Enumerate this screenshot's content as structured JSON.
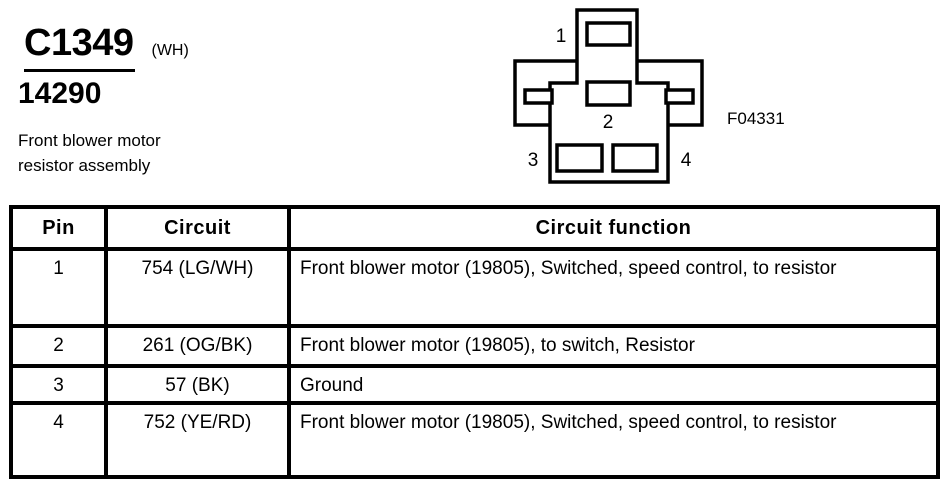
{
  "header": {
    "connector_id": "C1349",
    "connector_color": "(WH)",
    "part_number": "14290",
    "description": "Front blower motor resistor assembly"
  },
  "diagram": {
    "figure_id": "F04331",
    "pin_labels": [
      "1",
      "2",
      "3",
      "4"
    ]
  },
  "table": {
    "columns": [
      "Pin",
      "Circuit",
      "Circuit function"
    ],
    "rows": [
      {
        "pin": "1",
        "circuit": "754 (LG/WH)",
        "function": "Front blower motor (19805), Switched, speed control, to resistor"
      },
      {
        "pin": "2",
        "circuit": "261 (OG/BK)",
        "function": "Front blower motor (19805), to switch, Resistor"
      },
      {
        "pin": "3",
        "circuit": "57 (BK)",
        "function": "Ground"
      },
      {
        "pin": "4",
        "circuit": "752 (YE/RD)",
        "function": "Front blower motor (19805), Switched, speed control, to resistor"
      }
    ]
  }
}
